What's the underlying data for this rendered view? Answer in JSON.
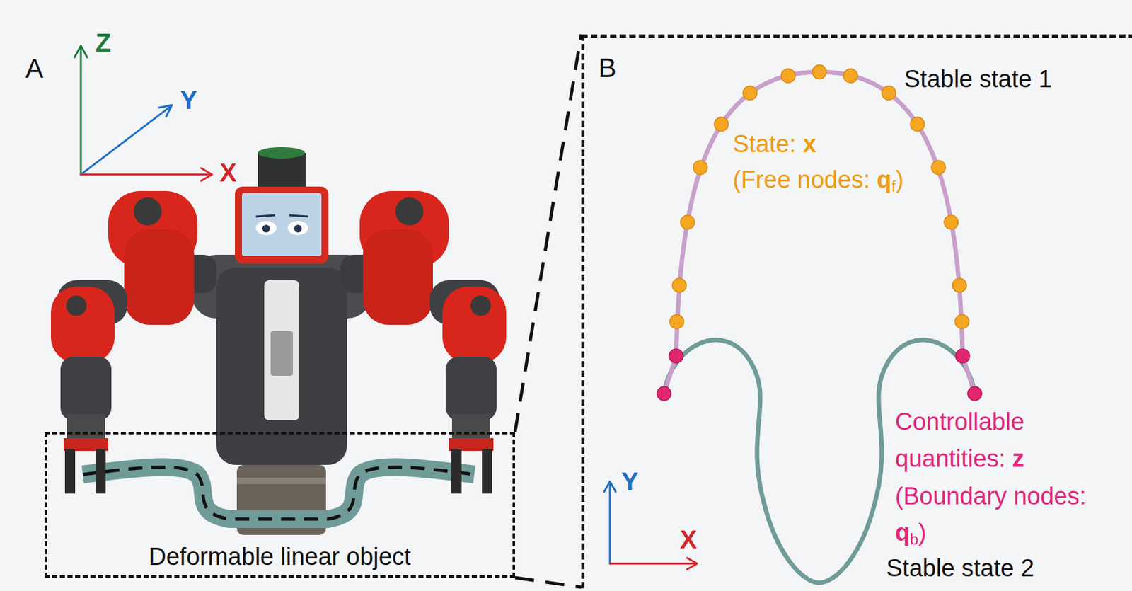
{
  "diagram": {
    "nodes": [
      {
        "text": [
          "Deformable linear object"
        ]
      },
      {
        "text": [
          "B"
        ]
      }
    ],
    "edges": [
      {
        "from": 0,
        "to": 1,
        "arrow": "none"
      },
      {
        "from": 0,
        "to": 1,
        "arrow": "none"
      }
    ],
    "labels": [
      "A",
      "Z",
      "Y",
      "X",
      "Stable state 1",
      "State:",
      "x",
      "(Free nodes:",
      "q",
      "f",
      ")",
      "Controllable",
      "quantities:",
      "z",
      "(Boundary nodes:",
      "q",
      "b",
      ")",
      "Y",
      "X",
      "Stable state 2"
    ]
  }
}
